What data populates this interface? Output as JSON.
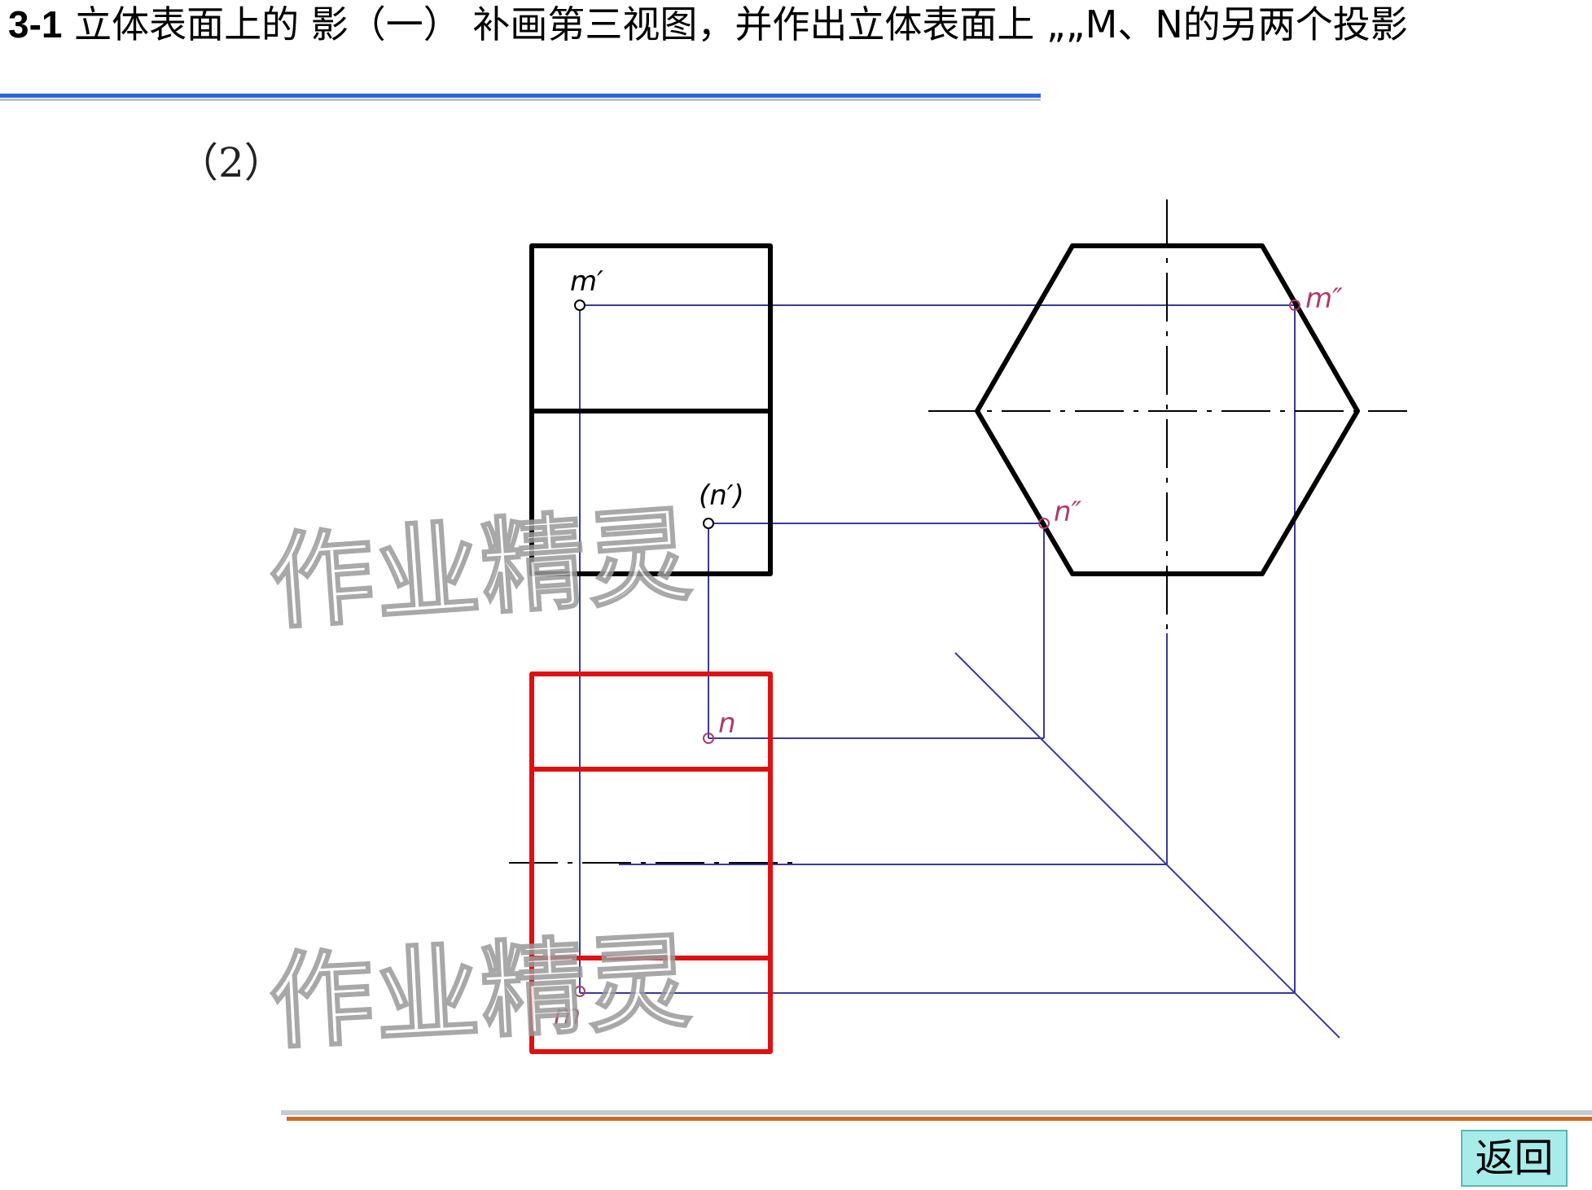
{
  "header": {
    "number": "3-1",
    "title": " 立体表面上的  影（一）  补画第三视图，并作出立体表面上 „„M、N的另两个投影"
  },
  "sub_number": "（2）",
  "labels": {
    "m_front": "m′",
    "n_front": "(n′)",
    "m_side": "m″",
    "n_side": "n″",
    "n_top": "n",
    "m_top": "m"
  },
  "watermarks": [
    "作业精灵",
    "作业精灵"
  ],
  "footer": {
    "back_label": "返回"
  },
  "colors": {
    "given": "#000000",
    "answer": "#e01010",
    "construction": "#3a3a9a",
    "points": "#b03a6a"
  }
}
